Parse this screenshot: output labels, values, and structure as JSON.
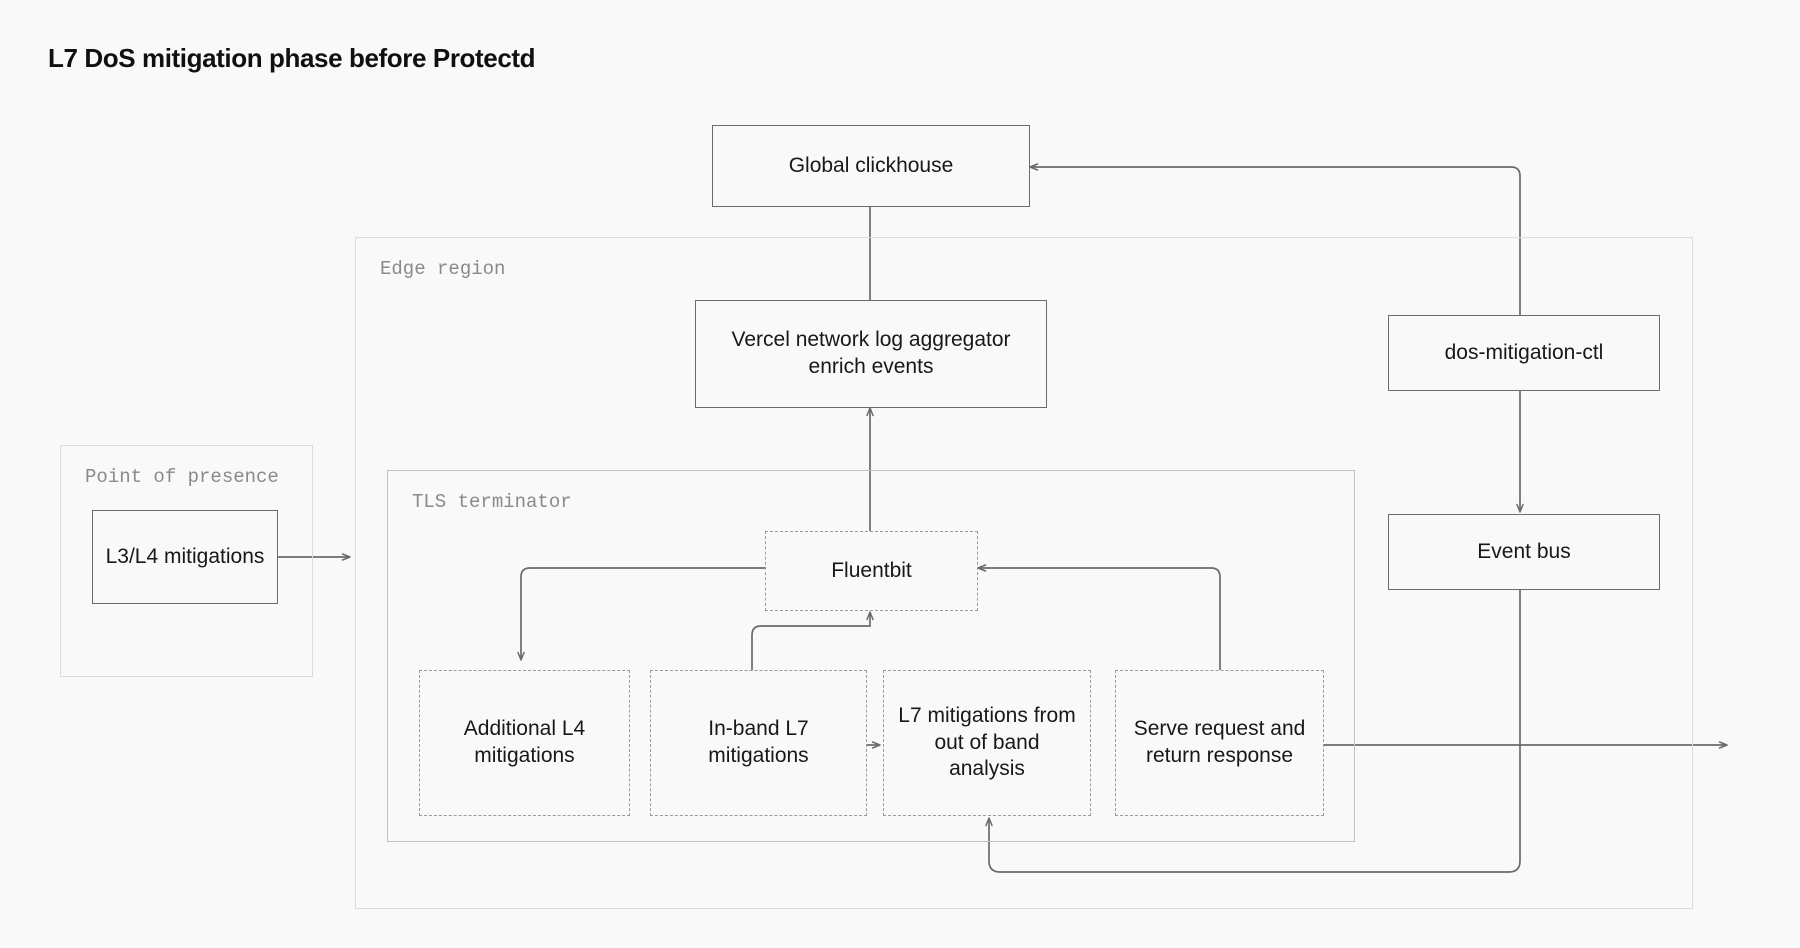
{
  "page": {
    "title": "L7 DoS mitigation phase before Protectd",
    "background_color": "#f9f9f9",
    "text_color": "#18181b",
    "edge_color": "#6b6b6b",
    "dashed_border_color": "#9a9a9a",
    "group_border_color": "#dcdcdc",
    "group_label_color": "#8a8a8a"
  },
  "groups": {
    "edge_region": {
      "label": "Edge region"
    },
    "point_of_presence": {
      "label": "Point of presence"
    },
    "tls_terminator": {
      "label": "TLS terminator"
    }
  },
  "nodes": {
    "global_clickhouse": {
      "label": "Global clickhouse"
    },
    "vercel_aggregator": {
      "label": "Vercel network log aggregator enrich events"
    },
    "dos_mitigation_ctl": {
      "label": "dos-mitigation-ctl"
    },
    "event_bus": {
      "label": "Event bus"
    },
    "l3_l4_mitigations": {
      "label": "L3/L4 mitigations"
    },
    "fluentbit": {
      "label": "Fluentbit"
    },
    "additional_l4": {
      "label": "Additional L4 mitigations"
    },
    "inband_l7": {
      "label": "In-band L7 mitigations"
    },
    "oob_l7": {
      "label": "L7 mitigations from out of band analysis"
    },
    "serve_request": {
      "label": "Serve request and return response"
    }
  },
  "edges": [
    {
      "from": "vercel_aggregator",
      "to": "global_clickhouse",
      "arrow": "up"
    },
    {
      "from": "dos_mitigation_ctl",
      "to": "global_clickhouse",
      "arrow": "left"
    },
    {
      "from": "dos_mitigation_ctl",
      "to": "event_bus",
      "arrow": "down"
    },
    {
      "from": "event_bus",
      "to": "oob_l7",
      "arrow": "up"
    },
    {
      "from": "l3_l4_mitigations",
      "to": "tls_terminator",
      "arrow": "right"
    },
    {
      "from": "fluentbit",
      "to": "vercel_aggregator",
      "arrow": "up"
    },
    {
      "from": "fluentbit",
      "to": "additional_l4",
      "arrow": "down"
    },
    {
      "from": "inband_l7",
      "to": "fluentbit",
      "arrow": "up"
    },
    {
      "from": "serve_request",
      "to": "fluentbit",
      "arrow": "left"
    },
    {
      "from": "inband_l7",
      "to": "oob_l7",
      "arrow": "right"
    },
    {
      "from": "serve_request",
      "to": "client",
      "arrow": "right"
    }
  ]
}
